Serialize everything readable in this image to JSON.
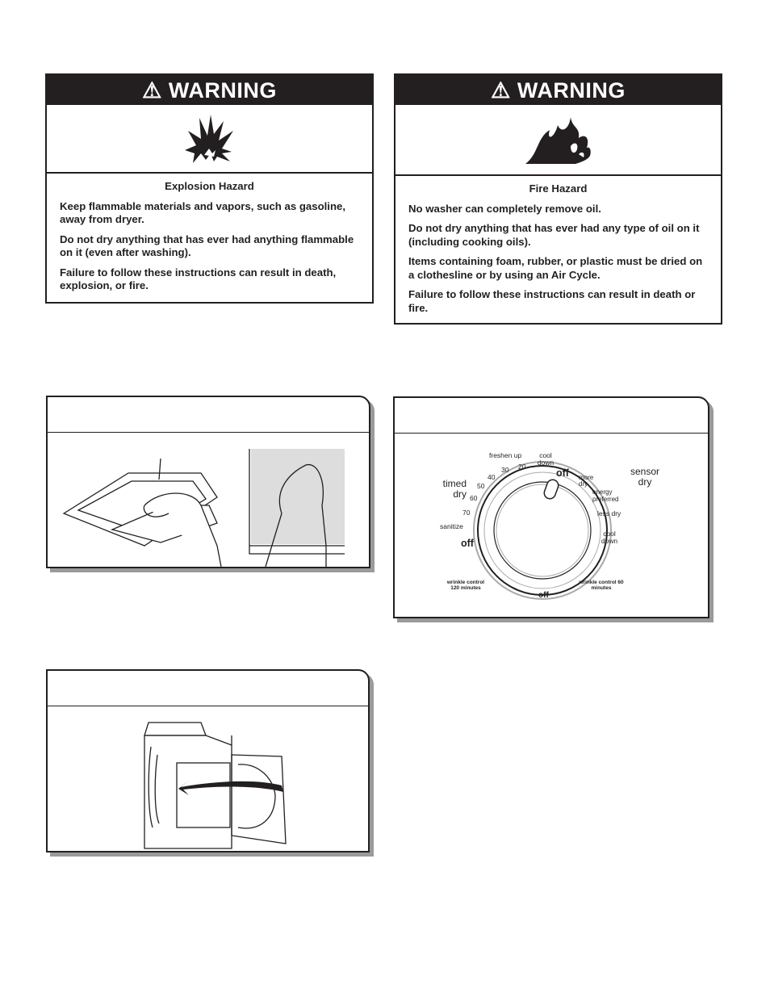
{
  "warnings": [
    {
      "header": "WARNING",
      "icon": "explosion-icon",
      "title": "Explosion Hazard",
      "paragraphs": [
        "Keep flammable materials and vapors, such as gasoline, away from dryer.",
        "Do not dry anything that has ever had anything flammable on it (even after washing).",
        "Failure to follow these instructions can result in death, explosion, or fire."
      ]
    },
    {
      "header": "WARNING",
      "icon": "fire-icon",
      "title": "Fire Hazard",
      "paragraphs": [
        "No washer can completely remove oil.",
        "Do not dry anything that has ever had any type of oil on it (including cooking oils).",
        "Items containing foam, rubber, or plastic must be dried on a clothesline or by using an Air Cycle.",
        "Failure to follow these instructions can result in death or fire."
      ]
    }
  ],
  "dial": {
    "timed_dry": "timed dry",
    "sensor_dry": "sensor dry",
    "freshen_up": "freshen up",
    "cool_down_top": "cool down",
    "off_top": "off",
    "n20": "20",
    "n30": "30",
    "n40": "40",
    "n50": "50",
    "n60": "60",
    "n70": "70",
    "sanitize": "sanitize",
    "off_left": "off",
    "more_dry": "more dry",
    "energy_preferred": "energy preferred",
    "less_dry": "less dry",
    "cool_down_right": "cool down",
    "wrinkle_120": "wrinkle control 120 minutes",
    "wrinkle_60": "wrinkle control 60 minutes",
    "off_bottom": "off"
  }
}
